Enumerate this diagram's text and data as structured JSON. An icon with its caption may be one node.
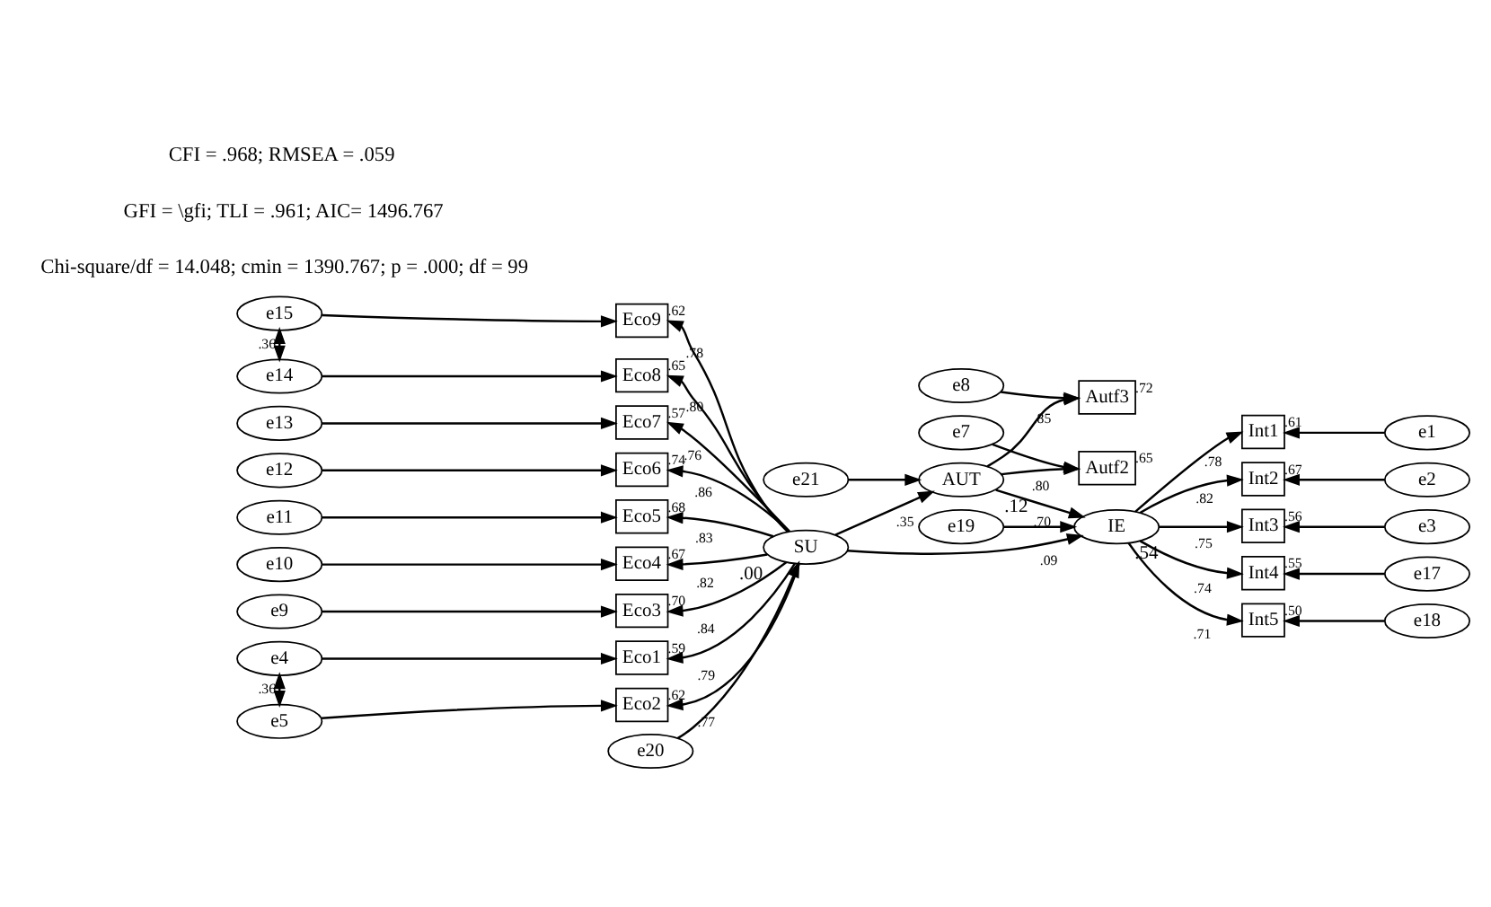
{
  "diagram": {
    "nodes": [
      {
        "text": [
          "e7"
        ]
      },
      {
        "text": [
          "e8"
        ]
      },
      {
        "text": [
          "Autf2"
        ],
        "beside": [
          ".65"
        ]
      },
      {
        "text": [
          "Autf3"
        ],
        "beside": [
          ".72"
        ]
      },
      {
        "text": [
          "AUT"
        ],
        "beside": [
          ".12"
        ]
      },
      {
        "text": [
          "e21"
        ]
      },
      {
        "text": [
          "e15"
        ]
      },
      {
        "text": [
          "Eco9"
        ],
        "beside": [
          ".62"
        ]
      },
      {
        "text": [
          "e14"
        ]
      },
      {
        "text": [
          "Eco8"
        ],
        "beside": [
          ".65"
        ]
      },
      {
        "text": [
          "e13"
        ]
      },
      {
        "text": [
          "Eco7"
        ],
        "beside": [
          ".57"
        ]
      },
      {
        "text": [
          "e12"
        ]
      },
      {
        "text": [
          "Eco6"
        ],
        "beside": [
          ".74"
        ]
      },
      {
        "text": [
          "e11"
        ]
      },
      {
        "text": [
          "Eco5"
        ],
        "beside": [
          ".68"
        ]
      },
      {
        "text": [
          "e10"
        ]
      },
      {
        "text": [
          "Eco4"
        ],
        "beside": [
          ".67"
        ]
      },
      {
        "text": [
          "e9"
        ]
      },
      {
        "text": [
          "Eco3"
        ],
        "beside": [
          ".70"
        ]
      },
      {
        "text": [
          "e4"
        ]
      },
      {
        "text": [
          "Eco1"
        ],
        "beside": [
          ".59"
        ]
      },
      {
        "text": [
          "e5"
        ]
      },
      {
        "text": [
          "Eco2"
        ],
        "beside": [
          ".62"
        ]
      },
      {
        "text": [
          "SU"
        ],
        "beside": [
          ".00"
        ]
      },
      {
        "text": [
          "IE"
        ],
        "beside": [
          ".54"
        ]
      },
      {
        "text": [
          "Int1"
        ],
        "beside": [
          ".61"
        ]
      },
      {
        "text": [
          "e1"
        ]
      },
      {
        "text": [
          "Int2"
        ],
        "beside": [
          ".67"
        ]
      },
      {
        "text": [
          "e2"
        ]
      },
      {
        "text": [
          "Int3"
        ],
        "beside": [
          ".56"
        ]
      },
      {
        "text": [
          "e3"
        ]
      },
      {
        "text": [
          "Int4"
        ],
        "beside": [
          ".55"
        ]
      },
      {
        "text": [
          "e17"
        ]
      },
      {
        "text": [
          "Int5"
        ],
        "beside": [
          ".50"
        ]
      },
      {
        "text": [
          "e18"
        ]
      },
      {
        "text": [
          "e20"
        ]
      },
      {
        "text": [
          "e19"
        ]
      }
    ],
    "edges": [
      {
        "from": 6,
        "to": 8,
        "arrow": "both",
        "label": ".36"
      },
      {
        "from": 20,
        "to": 22,
        "arrow": "both",
        "label": ".36"
      },
      {
        "from": 6,
        "to": 7,
        "arrow": "to"
      },
      {
        "from": 8,
        "to": 9,
        "arrow": "to"
      },
      {
        "from": 10,
        "to": 11,
        "arrow": "to"
      },
      {
        "from": 12,
        "to": 13,
        "arrow": "to"
      },
      {
        "from": 14,
        "to": 15,
        "arrow": "to"
      },
      {
        "from": 16,
        "to": 17,
        "arrow": "to"
      },
      {
        "from": 18,
        "to": 19,
        "arrow": "to"
      },
      {
        "from": 20,
        "to": 21,
        "arrow": "to"
      },
      {
        "from": 22,
        "to": 23,
        "arrow": "to"
      },
      {
        "from": 24,
        "to": 7,
        "arrow": "to",
        "label": ".78"
      },
      {
        "from": 24,
        "to": 9,
        "arrow": "to",
        "label": ".80"
      },
      {
        "from": 24,
        "to": 11,
        "arrow": "to",
        "label": ".76"
      },
      {
        "from": 24,
        "to": 13,
        "arrow": "to",
        "label": ".86"
      },
      {
        "from": 24,
        "to": 15,
        "arrow": "to",
        "label": ".83"
      },
      {
        "from": 24,
        "to": 17,
        "arrow": "to",
        "label": ".82"
      },
      {
        "from": 24,
        "to": 19,
        "arrow": "to",
        "label": ".84"
      },
      {
        "from": 24,
        "to": 21,
        "arrow": "to",
        "label": ".79"
      },
      {
        "from": 24,
        "to": 23,
        "arrow": "to",
        "label": ".77"
      },
      {
        "from": 0,
        "to": 2,
        "arrow": "to"
      },
      {
        "from": 1,
        "to": 3,
        "arrow": "to"
      },
      {
        "from": 4,
        "to": 2,
        "arrow": "to",
        "label": ".80"
      },
      {
        "from": 4,
        "to": 3,
        "arrow": "to",
        "label": ".85"
      },
      {
        "from": 5,
        "to": 4,
        "arrow": "to"
      },
      {
        "from": 24,
        "to": 4,
        "arrow": "to",
        "label": ".35"
      },
      {
        "from": 4,
        "to": 25,
        "arrow": "to",
        "label": ".70"
      },
      {
        "from": 24,
        "to": 25,
        "arrow": "to",
        "label": ".09"
      },
      {
        "from": 36,
        "to": 24,
        "arrow": "to"
      },
      {
        "from": 37,
        "to": 25,
        "arrow": "to"
      },
      {
        "from": 25,
        "to": 26,
        "arrow": "to",
        "label": ".78"
      },
      {
        "from": 25,
        "to": 28,
        "arrow": "to",
        "label": ".82"
      },
      {
        "from": 25,
        "to": 30,
        "arrow": "to",
        "label": ".75"
      },
      {
        "from": 25,
        "to": 32,
        "arrow": "to",
        "label": ".74"
      },
      {
        "from": 25,
        "to": 34,
        "arrow": "to",
        "label": ".71"
      },
      {
        "from": 27,
        "to": 26,
        "arrow": "to"
      },
      {
        "from": 29,
        "to": 28,
        "arrow": "to"
      },
      {
        "from": 31,
        "to": 30,
        "arrow": "to"
      },
      {
        "from": 33,
        "to": 32,
        "arrow": "to"
      },
      {
        "from": 35,
        "to": 34,
        "arrow": "to"
      }
    ],
    "labels": [
      "CFI = .968; RMSEA = .059",
      "GFI = \\gfi; TLI = .961; AIC= 1496.767",
      "Chi-square/df = 14.048; cmin = 1390.767; p = .000; df = 99"
    ]
  }
}
